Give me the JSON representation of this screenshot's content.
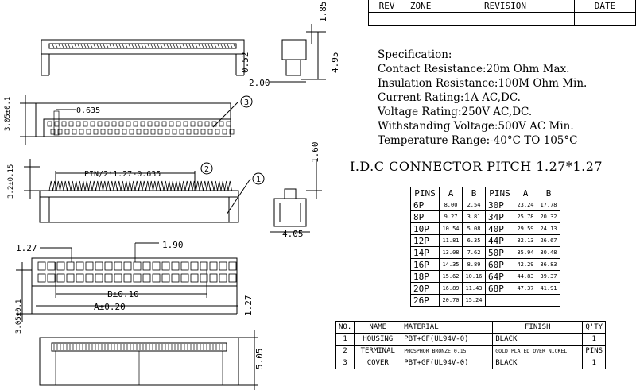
{
  "revision_block": {
    "headers": [
      "REV",
      "ZONE",
      "REVISION",
      "DATE"
    ]
  },
  "specification": {
    "title": "Specification:",
    "lines": [
      "Contact Resistance:20m Ohm Max.",
      "Insulation Resistance:100M Ohm Min.",
      "Current Rating:1A AC,DC.",
      "Voltage Rating:250V AC,DC.",
      "Withstanding Voltage:500V AC Min.",
      "Temperature Range:-40°C TO 105°C"
    ]
  },
  "product_title": "I.D.C CONNECTOR PITCH 1.27*1.27",
  "pin_table": {
    "headers": [
      "PINS",
      "A",
      "B",
      "PINS",
      "A",
      "B"
    ],
    "left": [
      [
        "6P",
        "8.00",
        "2.54"
      ],
      [
        "8P",
        "9.27",
        "3.81"
      ],
      [
        "10P",
        "10.54",
        "5.08"
      ],
      [
        "12P",
        "11.81",
        "6.35"
      ],
      [
        "14P",
        "13.08",
        "7.62"
      ],
      [
        "16P",
        "14.35",
        "8.89"
      ],
      [
        "18P",
        "15.62",
        "10.16"
      ],
      [
        "20P",
        "16.89",
        "11.43"
      ],
      [
        "26P",
        "20.70",
        "15.24"
      ]
    ],
    "right": [
      [
        "30P",
        "23.24",
        "17.78"
      ],
      [
        "34P",
        "25.78",
        "20.32"
      ],
      [
        "40P",
        "29.59",
        "24.13"
      ],
      [
        "44P",
        "32.13",
        "26.67"
      ],
      [
        "50P",
        "35.94",
        "30.48"
      ],
      [
        "60P",
        "42.29",
        "36.83"
      ],
      [
        "64P",
        "44.83",
        "39.37"
      ],
      [
        "68P",
        "47.37",
        "41.91"
      ]
    ]
  },
  "bom_table": {
    "headers": [
      "NO.",
      "NAME",
      "MATERIAL",
      "FINISH",
      "Q'TY"
    ],
    "rows": [
      [
        "1",
        "HOUSING",
        "PBT+GF(UL94V-0)",
        "BLACK",
        "1"
      ],
      [
        "2",
        "TERMINAL",
        "PHOSPHOR BRONZE 0.15",
        "GOLD PLATED OVER NICKEL",
        "PINS"
      ],
      [
        "3",
        "COVER",
        "PBT+GF(UL94V-0)",
        "BLACK",
        "1"
      ]
    ]
  },
  "dimensions": {
    "d185": "1.85",
    "d052": "0.52",
    "d200": "2.00",
    "d495": "4.95",
    "d305a": "3.05±0.1",
    "d0635": "0.635",
    "d32": "3.2±0.15",
    "pin_formula": "PIN/2*1.27-0.635",
    "d160": "1.60",
    "d405": "4.05",
    "d127a": "1.27",
    "d190": "1.90",
    "b_dim": "B±0.10",
    "a_dim": "A±0.20",
    "d305b": "3.05±0.1",
    "d127b": "1.27",
    "d505": "5.05"
  },
  "callouts": [
    "1",
    "2",
    "3"
  ]
}
